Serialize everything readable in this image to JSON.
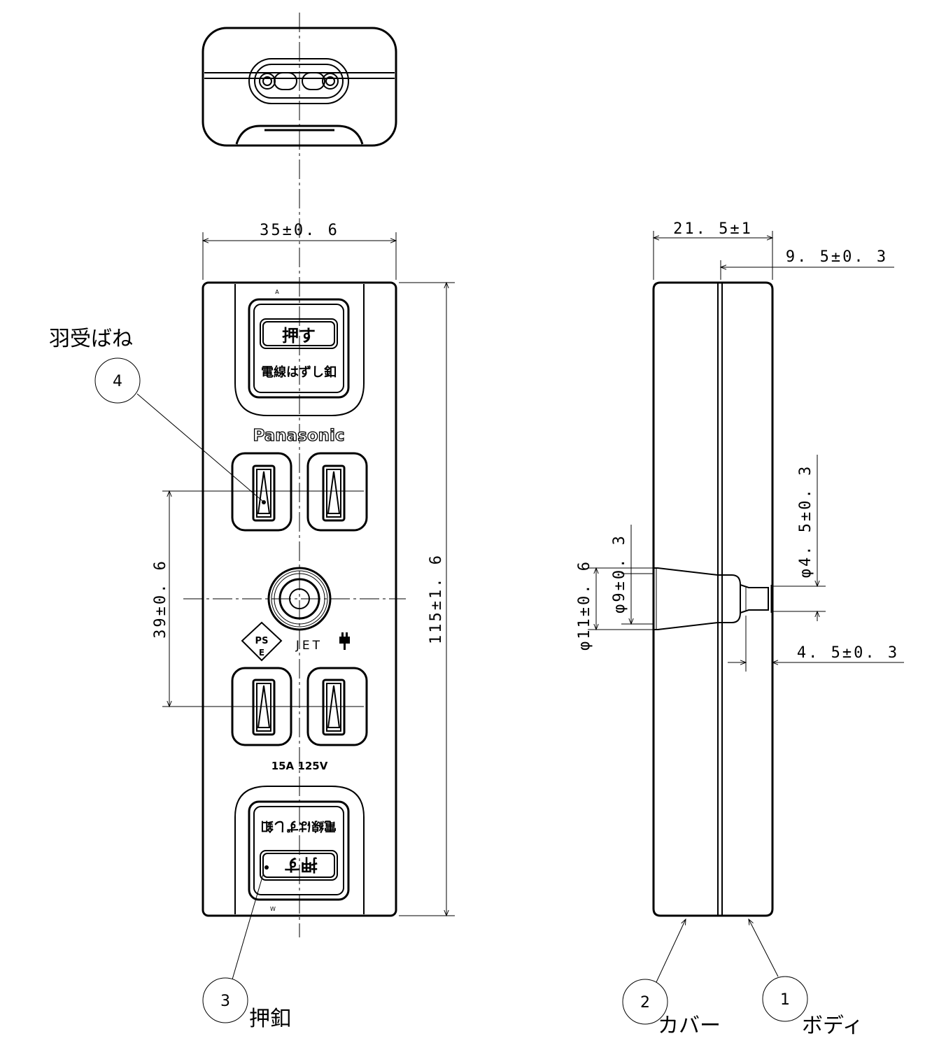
{
  "dimensions": {
    "front_width": "35±0. 6",
    "front_height": "115±1. 6",
    "outlet_spacing": "39±0. 6",
    "side_depth": "21. 5±1",
    "body_depth": "9. 5±0. 3",
    "dia_4_5": "φ4. 5±0. 3",
    "dia_9": "φ9±0. 3",
    "dia_11": "φ11±0. 6",
    "len_4_5": "4. 5±0. 3"
  },
  "front_markings": {
    "button_top": "押す",
    "release_label": "電線はずし釦",
    "brand": "Panasonic",
    "pse_top": "PS",
    "pse_bottom": "E",
    "jet": "JET",
    "rating": "15A 125V",
    "mark_a": "A",
    "mark_w": "W"
  },
  "parts": [
    {
      "no": "1",
      "name": "ボディ"
    },
    {
      "no": "2",
      "name": "カバー"
    },
    {
      "no": "3",
      "name": "押釦"
    },
    {
      "no": "4",
      "name": "羽受ばね"
    }
  ]
}
